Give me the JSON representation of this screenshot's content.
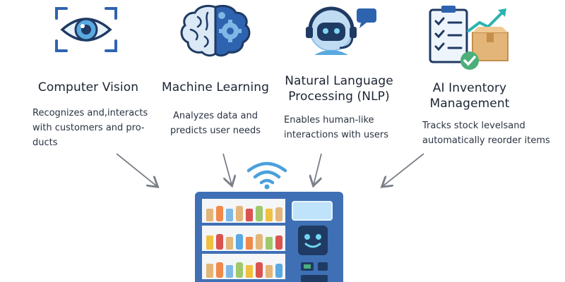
{
  "features": [
    {
      "title": "Computer Vision",
      "description": [
        "Recognizes and,interacts",
        "with customers and pro-",
        "ducts"
      ],
      "icon": "eye-scan-icon"
    },
    {
      "title": "Machine Learning",
      "description": [
        "Analyzes data and",
        "predicts user needs"
      ],
      "icon": "brain-gear-icon"
    },
    {
      "title": [
        "Natural Language",
        "Processing (NLP)"
      ],
      "description": [
        "Enables human-like",
        "interactions with users"
      ],
      "icon": "robot-headset-icon"
    },
    {
      "title": [
        "AI Inventory",
        "Management"
      ],
      "description": [
        "Tracks stock levelsand",
        "automatically reorder items"
      ],
      "icon": "checklist-box-icon"
    }
  ],
  "center": {
    "machine": "vending-machine",
    "signal_icon": "wifi-icon"
  },
  "colors": {
    "primary_blue": "#3b6fb8",
    "light_blue": "#7fb8e6",
    "dark_navy": "#1f3a63",
    "accent_green": "#4caf7a",
    "box_tan": "#e3b578",
    "arrow_gray": "#7a7f88"
  }
}
